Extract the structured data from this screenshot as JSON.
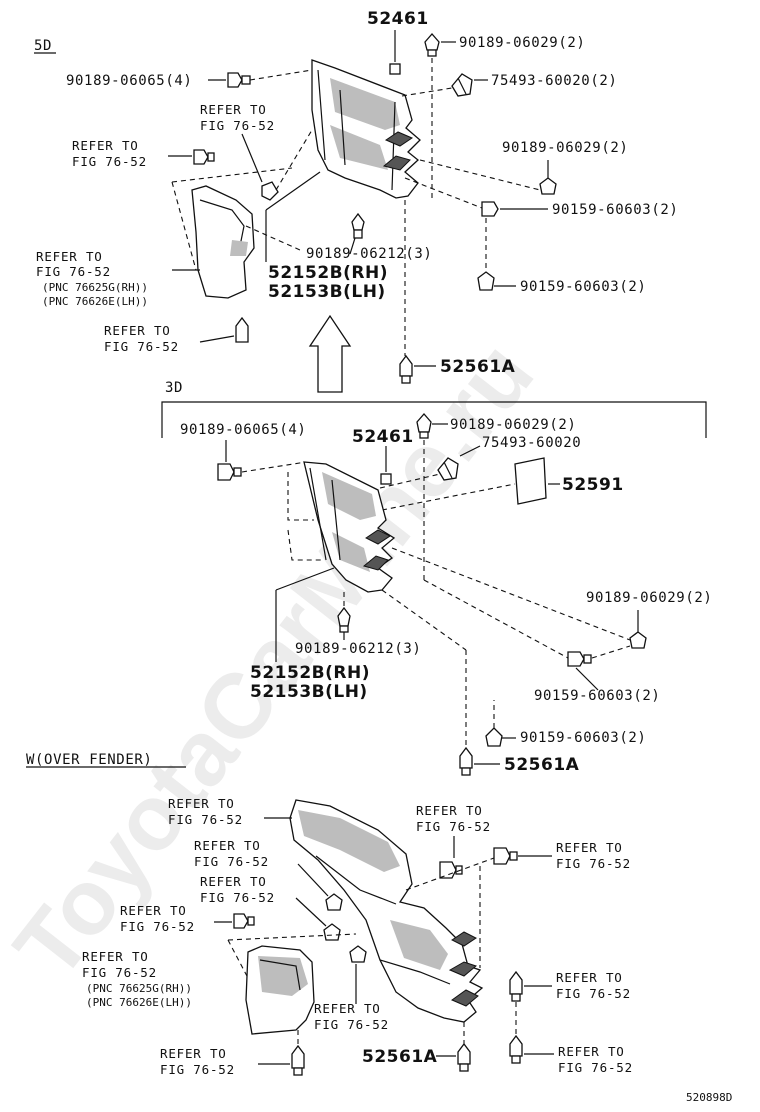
{
  "watermark": "ToyotaCarMine.ru",
  "doc_code": "520898D",
  "sections": {
    "s5d": "5D",
    "s3d": "3D",
    "over": "W(OVER FENDER)"
  },
  "labels": {
    "p52461_a": "52461",
    "b90189_06029_a": "90189-06029(2)",
    "b90189_06065_a": "90189-06065(4)",
    "c75493_a": "75493-60020(2)",
    "ref_a1": [
      "REFER TO",
      "FIG 76-52"
    ],
    "ref_a2": [
      "REFER TO",
      "FIG 76-52"
    ],
    "b90189_06029_b": "90189-06029(2)",
    "b90159_a": "90159-60603(2)",
    "ref_a3": [
      "REFER TO",
      "FIG 76-52"
    ],
    "ref_a3_pnc": [
      "(PNC 76625G(RH))",
      "(PNC 76626E(LH))"
    ],
    "b90189_06212_a": "90189-06212(3)",
    "p52152_a": "52152B(RH)",
    "p52153_a": "52153B(LH)",
    "b90159_b": "90159-60603(2)",
    "ref_a4": [
      "REFER TO",
      "FIG 76-52"
    ],
    "p52561_a": "52561A",
    "b90189_06065_b": "90189-06065(4)",
    "p52461_b": "52461",
    "b90189_06029_c": "90189-06029(2)",
    "c75493_b": "75493-60020",
    "p52591": "52591",
    "b90189_06029_d": "90189-06029(2)",
    "b90189_06212_b": "90189-06212(3)",
    "p52152_b": "52152B(RH)",
    "p52153_b": "52153B(LH)",
    "b90159_c": "90159-60603(2)",
    "b90159_d": "90159-60603(2)",
    "p52561_b": "52561A",
    "ref_c1": [
      "REFER TO",
      "FIG 76-52"
    ],
    "ref_c2": [
      "REFER TO",
      "FIG 76-52"
    ],
    "ref_c3": [
      "REFER TO",
      "FIG 76-52"
    ],
    "ref_c4": [
      "REFER TO",
      "FIG 76-52"
    ],
    "ref_c5": [
      "REFER TO",
      "FIG 76-52"
    ],
    "ref_c6": [
      "REFER TO",
      "FIG 76-52"
    ],
    "ref_c6_pnc": [
      "(PNC 76625G(RH))",
      "(PNC 76626E(LH))"
    ],
    "ref_c7": [
      "REFER TO",
      "FIG 76-52"
    ],
    "ref_c8": [
      "REFER TO",
      "FIG 76-52"
    ],
    "ref_c9": [
      "REFER TO",
      "FIG 76-52"
    ],
    "ref_c10": [
      "REFER TO",
      "FIG 76-52"
    ],
    "p52561_c": "52561A"
  }
}
